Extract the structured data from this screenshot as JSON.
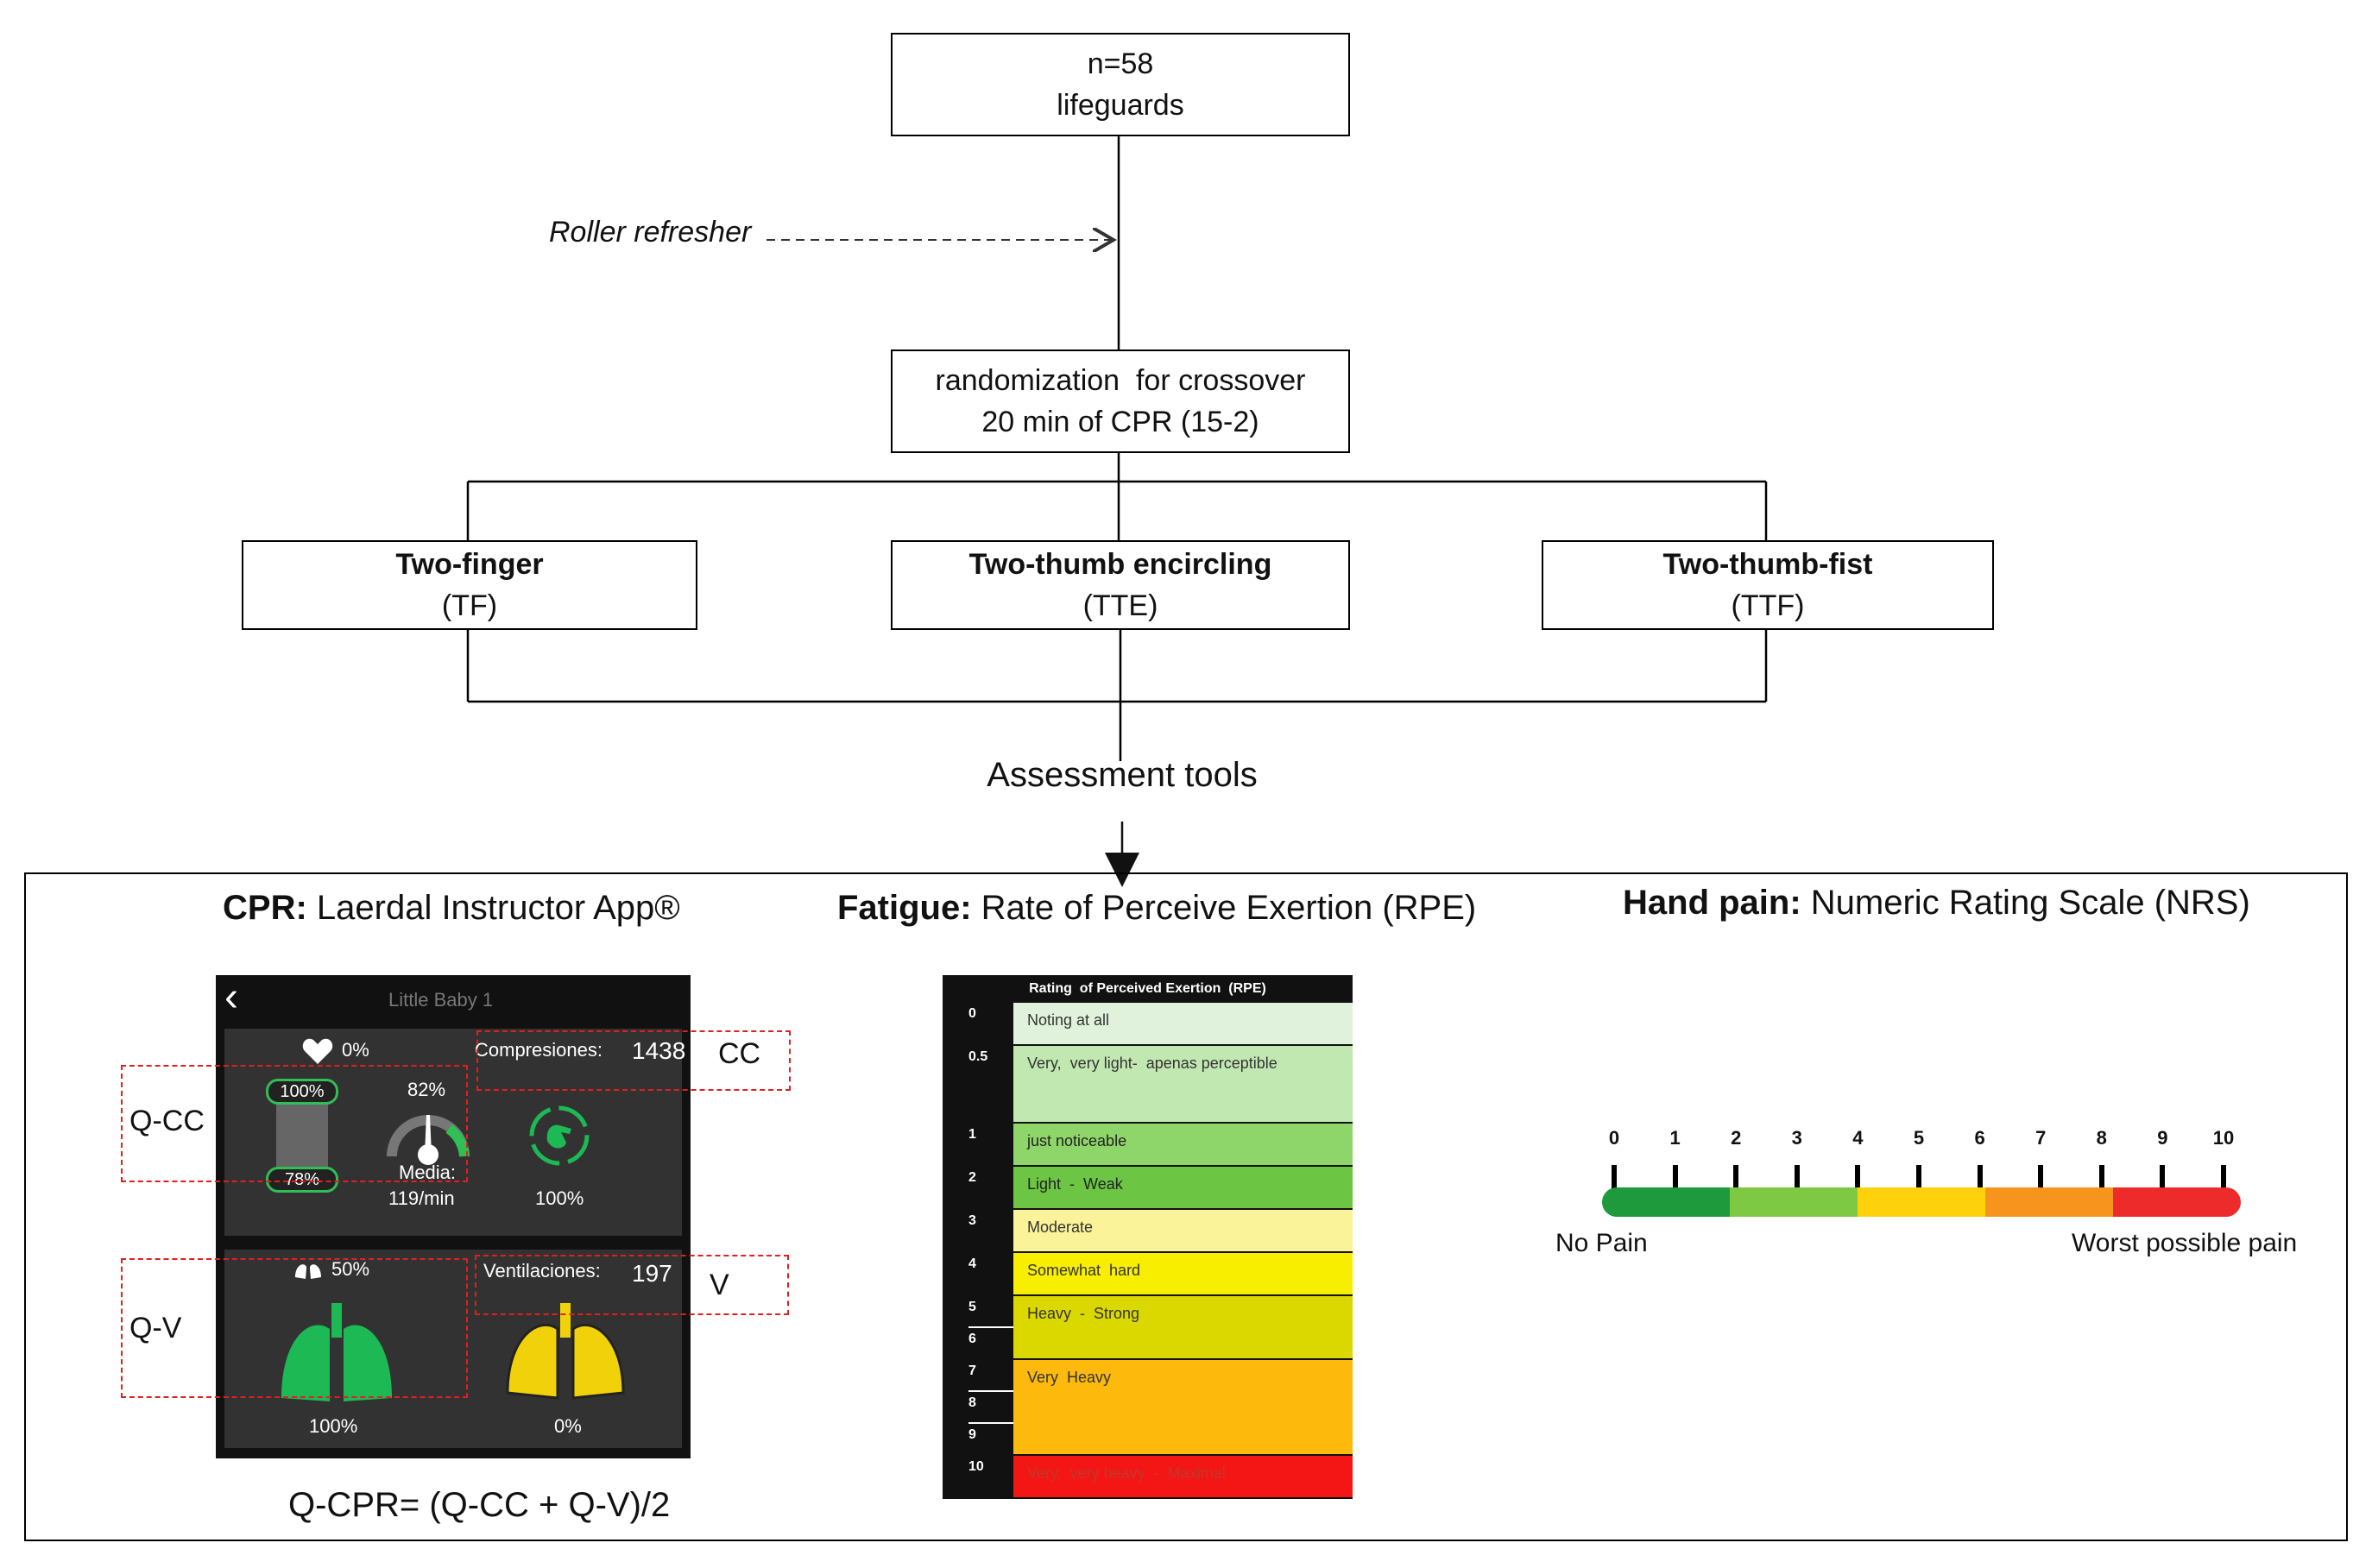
{
  "flow": {
    "top_box": {
      "line1": "n=58",
      "line2": "lifeguards"
    },
    "side_note": "Roller refresher",
    "random_box": {
      "line1": "randomization  for crossover",
      "line2": "20 min of CPR (15-2)"
    },
    "arms": [
      {
        "title": "Two-finger",
        "abbr": "(TF)"
      },
      {
        "title": "Two-thumb encircling",
        "abbr": "(TTE)"
      },
      {
        "title": "Two-thumb-fist",
        "abbr": "(TTF)"
      }
    ],
    "assessment_label": "Assessment tools"
  },
  "cpr": {
    "heading_bold": "CPR:",
    "heading_rest": " Laerdal Instructor App®",
    "app": {
      "title": "Little Baby 1",
      "back_glyph": "‹",
      "heart_pct": "0%",
      "compressions_label": "Compresiones:",
      "compressions_value": "1438",
      "depth_top": "100%",
      "depth_bottom": "78%",
      "rate_pct": "82%",
      "media_label": "Media:",
      "media_value": "119/min",
      "recoil_pct": "100%",
      "lung_pct": "50%",
      "ventilations_label": "Ventilaciones:",
      "ventilations_value": "197",
      "green_lung_pct": "100%",
      "yellow_lung_pct": "0%"
    },
    "labels": {
      "q_cc": "Q-CC",
      "cc": "CC",
      "q_v": "Q-V",
      "v": "V"
    },
    "formula": "Q-CPR= (Q-CC + Q-V)/2",
    "colors": {
      "dash": "#e02020",
      "green": "#1db954",
      "yellow": "#f1d20a",
      "panel": "#323232"
    }
  },
  "fatigue": {
    "heading_bold": "Fatigue:",
    "heading_rest": " Rate of Perceive Exertion (RPE)",
    "table_title": "Rating  of Perceived Exertion  (RPE)",
    "rows": [
      {
        "nums": [
          "0"
        ],
        "desc": "Noting at all",
        "color": "#e0f2dc",
        "text_color": "#333"
      },
      {
        "nums": [
          "0.5"
        ],
        "desc": "Very,  very light-  apenas perceptible",
        "color": "#c2e8b2",
        "text_color": "#333"
      },
      {
        "nums": [
          "1"
        ],
        "desc": "just noticeable",
        "color": "#8fd66a",
        "text_color": "#222"
      },
      {
        "nums": [
          "2"
        ],
        "desc": "Light  -  Weak",
        "color": "#6cc644",
        "text_color": "#222"
      },
      {
        "nums": [
          "3"
        ],
        "desc": "Moderate",
        "color": "#fbf39a",
        "text_color": "#333"
      },
      {
        "nums": [
          "4"
        ],
        "desc": "Somewhat  hard",
        "color": "#f7ee00",
        "text_color": "#333"
      },
      {
        "nums": [
          "5",
          "6"
        ],
        "desc": "Heavy  -  Strong",
        "color": "#dbd800",
        "text_color": "#333"
      },
      {
        "nums": [
          "7",
          "8",
          "9"
        ],
        "desc": "Very  Heavy",
        "color": "#fdba0c",
        "text_color": "#333"
      },
      {
        "nums": [
          "10"
        ],
        "desc": "Very,  very heavy  -  Maximal",
        "color": "#f41515",
        "text_color": "#c0392b"
      }
    ]
  },
  "hand_pain": {
    "heading_bold": "Hand pain:",
    "heading_rest": " Numeric Rating Scale (NRS)",
    "scale_numbers": [
      "0",
      "1",
      "2",
      "3",
      "4",
      "5",
      "6",
      "7",
      "8",
      "9",
      "10"
    ],
    "left_label": "No Pain",
    "right_label": "Worst possible pain",
    "segments": [
      {
        "color": "#1e9a3c"
      },
      {
        "color": "#7dc943"
      },
      {
        "color": "#fdd20c"
      },
      {
        "color": "#f7941d"
      },
      {
        "color": "#ee2b2b"
      }
    ]
  }
}
